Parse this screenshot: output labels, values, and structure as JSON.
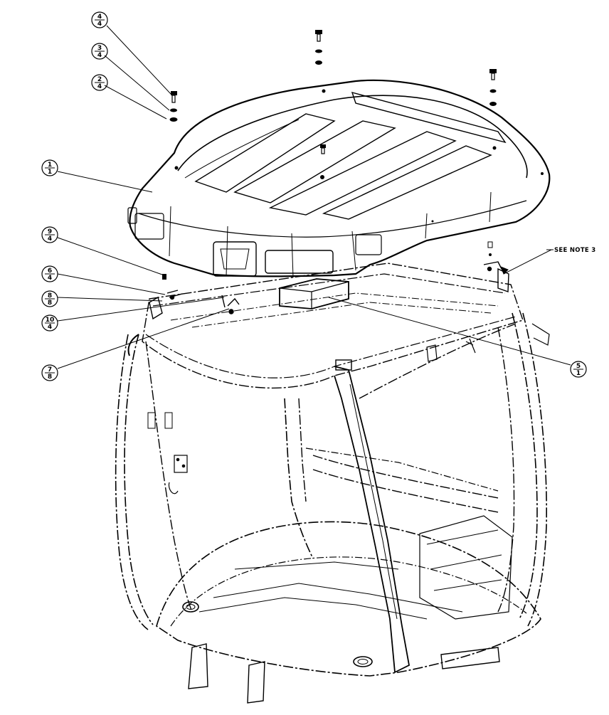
{
  "callouts": [
    {
      "id": "c4",
      "top": "4",
      "bottom": "4"
    },
    {
      "id": "c3",
      "top": "3",
      "bottom": "4"
    },
    {
      "id": "c2",
      "top": "2",
      "bottom": "4"
    },
    {
      "id": "c1",
      "top": "1",
      "bottom": "1"
    },
    {
      "id": "c9",
      "top": "9",
      "bottom": "4"
    },
    {
      "id": "c6",
      "top": "6",
      "bottom": "4"
    },
    {
      "id": "c8",
      "top": "8",
      "bottom": "8"
    },
    {
      "id": "c10",
      "top": "10",
      "bottom": "4"
    },
    {
      "id": "c7",
      "top": "7",
      "bottom": "8"
    },
    {
      "id": "c5",
      "top": "5",
      "bottom": "1"
    }
  ],
  "note": "SEE NOTE 3"
}
